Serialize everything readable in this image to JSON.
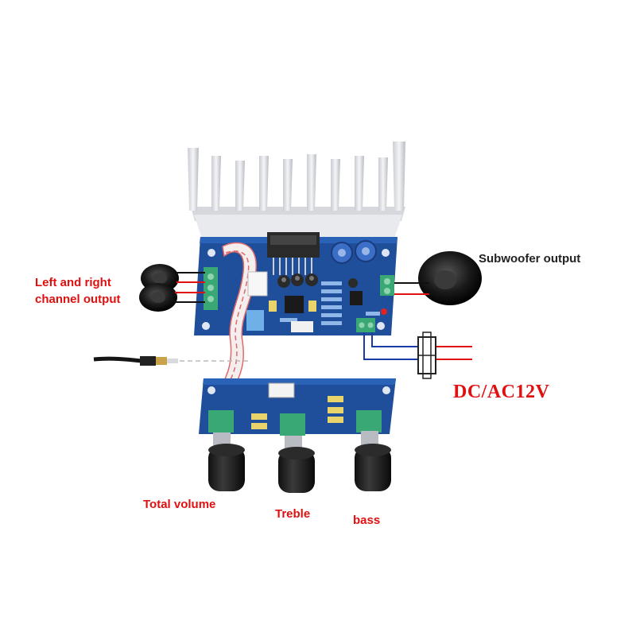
{
  "labels": {
    "left_right_line1": "Left and right",
    "left_right_line2": "channel output",
    "subwoofer": "Subwoofer output",
    "power": "DC/AC12V",
    "total_volume": "Total volume",
    "treble": "Treble",
    "bass": "bass"
  },
  "colors": {
    "label_accent": "#e01010",
    "wire_red": "#e01010",
    "wire_blue": "#1a3aa8",
    "wire_black": "#111111",
    "pcb_blue": "#1f4f9a",
    "terminal_green": "#3aa874",
    "heatsink": "#e4e6ea"
  },
  "icons": [
    "heatsink-icon",
    "speaker-icon",
    "audio-jack-icon",
    "knob-icon",
    "potentiometer-icon",
    "capacitor-icon",
    "screw-terminal-icon",
    "ribbon-cable-icon",
    "power-connector-icon"
  ]
}
